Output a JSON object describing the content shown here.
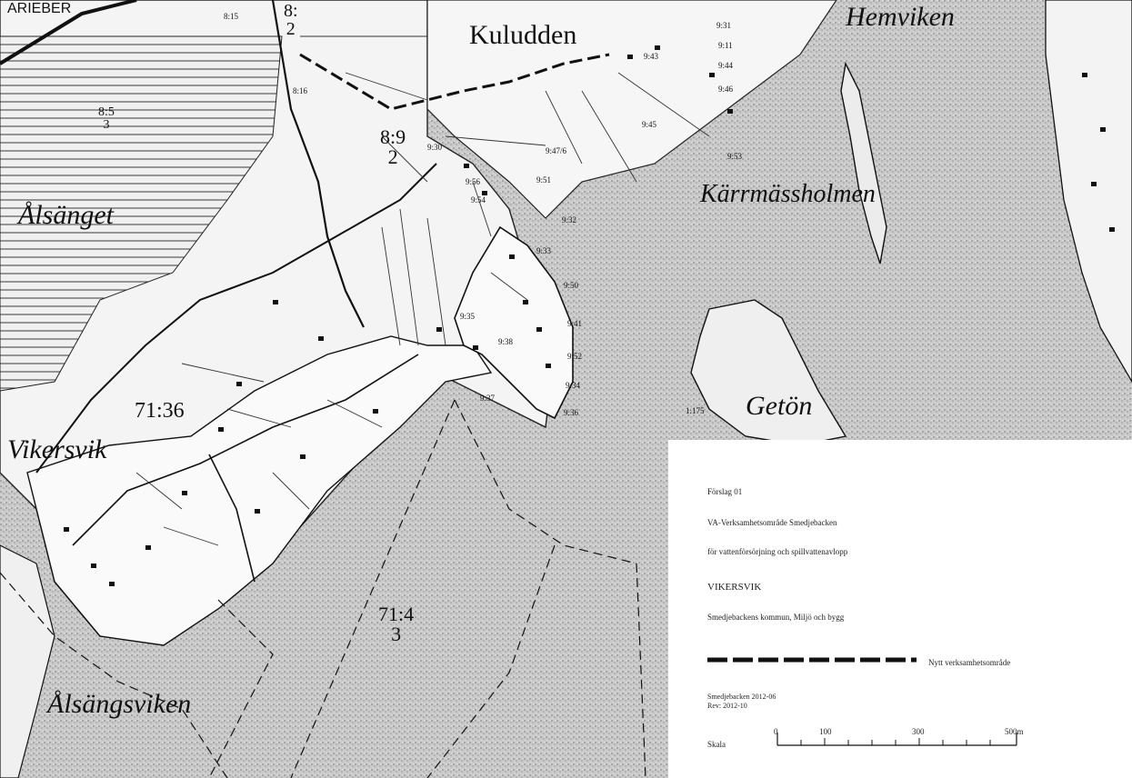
{
  "map": {
    "place_names": {
      "arieberg": "ARIEBER",
      "kuludden": "Kuludden",
      "hemviken": "Hemviken",
      "alsanget": "Ålsänget",
      "karrmassholmen": "Kärrmässholmen",
      "vikersvik": "Vikersvik",
      "geton": "Getön",
      "alsangsviken": "Ålsängsviken"
    },
    "parcels_large": {
      "p_8_9": [
        "8:9",
        "2"
      ],
      "p_71_36": "71:36",
      "p_71_4": [
        "71:4",
        "3"
      ],
      "p_8_top": [
        "8:",
        "2"
      ],
      "p_8_5": [
        "8:5",
        "3"
      ]
    },
    "parcels_small": {
      "s815": "8:15",
      "s816": "8:16",
      "s943": "9:43",
      "s931": "9:31",
      "s911": "9:11",
      "s944": "9:44",
      "s946": "9:46",
      "s945": "9:45",
      "s953": "9:53",
      "s930": "9:30",
      "s9476": "9:47/6",
      "s951": "9:51",
      "s936a": "9:56",
      "s954": "9:54",
      "s932": "9:32",
      "s933": "9:33",
      "s950": "9:50",
      "s935": "9:35",
      "s941": "9:41",
      "s938": "9:38",
      "s952": "9:52",
      "s934": "9:34",
      "s937": "9:37",
      "s936": "9:36",
      "s1175": "1:175"
    }
  },
  "legend": {
    "line1": "Förslag 01",
    "line2": "VA-Verksamhetsområde Smedjebacken",
    "line3": "för vattenförsörjning och spillvattenavlopp",
    "line4": "VIKERSVIK",
    "line5": "Smedjebackens kommun, Miljö och bygg",
    "line_label": "Nytt verksamhetsområde",
    "date1": "Smedjebacken 2012-06",
    "date2": "Rev: 2012-10",
    "scale_label": "Skala",
    "scale_ticks": [
      "0",
      "100",
      "300",
      "500m"
    ]
  }
}
